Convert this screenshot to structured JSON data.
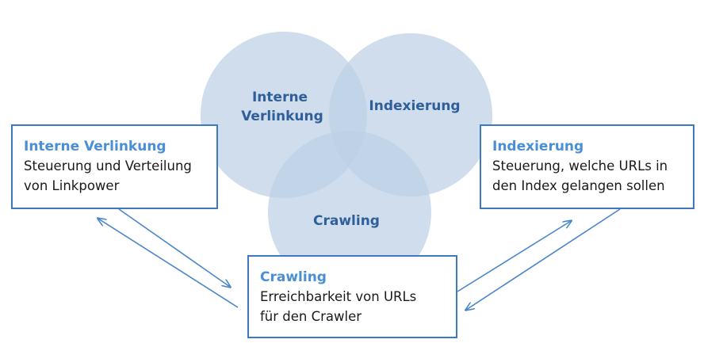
{
  "venn": {
    "circles": [
      {
        "label_lines": [
          "Interne",
          "Verlinkung"
        ]
      },
      {
        "label_lines": [
          "Indexierung"
        ]
      },
      {
        "label_lines": [
          "Crawling"
        ]
      }
    ]
  },
  "boxes": {
    "left": {
      "title": "Interne Verlinkung",
      "lines": [
        "Steuerung und Verteilung",
        "von Linkpower"
      ]
    },
    "right": {
      "title": "Indexierung",
      "lines": [
        "Steuerung, welche URLs in",
        "den Index gelangen sollen"
      ]
    },
    "bottom": {
      "title": "Crawling",
      "lines": [
        "Erreichbarkeit von URLs",
        "für den Crawler"
      ]
    }
  },
  "colors": {
    "circle_fill": "#bcd0e6",
    "box_border": "#3e78c3",
    "box_title": "#4a8fd6",
    "arrow": "#4a86c8",
    "circle_label": "#2f5f9a"
  }
}
